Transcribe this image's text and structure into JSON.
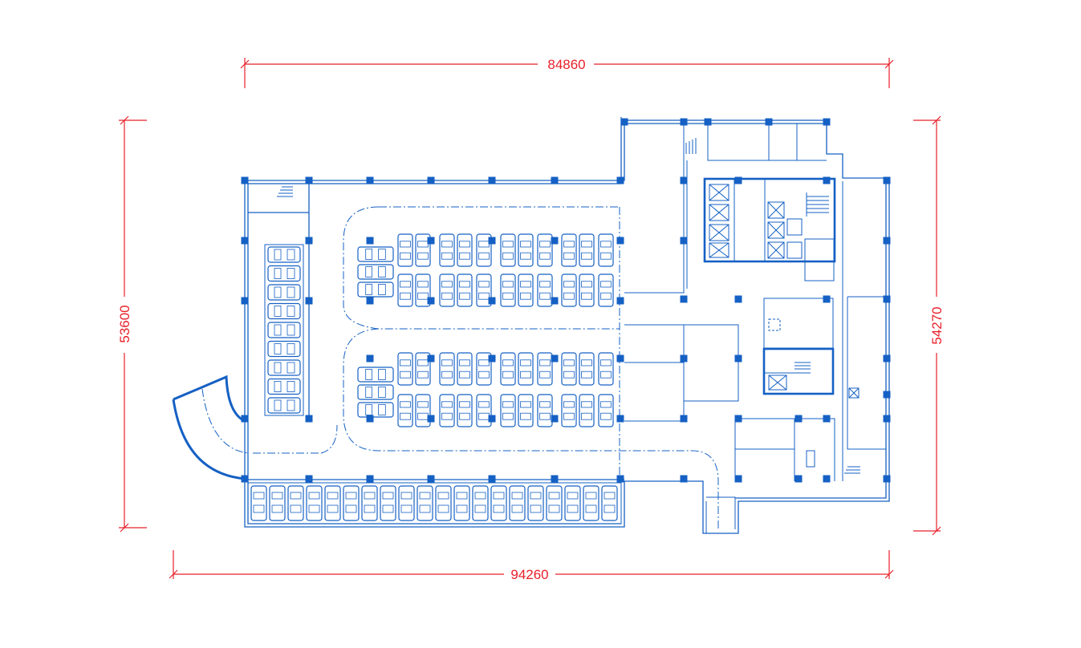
{
  "colors": {
    "dimension": "#e8202a",
    "plan": "#1560c4"
  },
  "dimensions": {
    "top_width": "84860",
    "bottom_width": "94260",
    "left_height": "53600",
    "right_height": "54270"
  },
  "icons": [
    "stair-icon",
    "elevator-icon",
    "car-icon",
    "column-icon"
  ]
}
